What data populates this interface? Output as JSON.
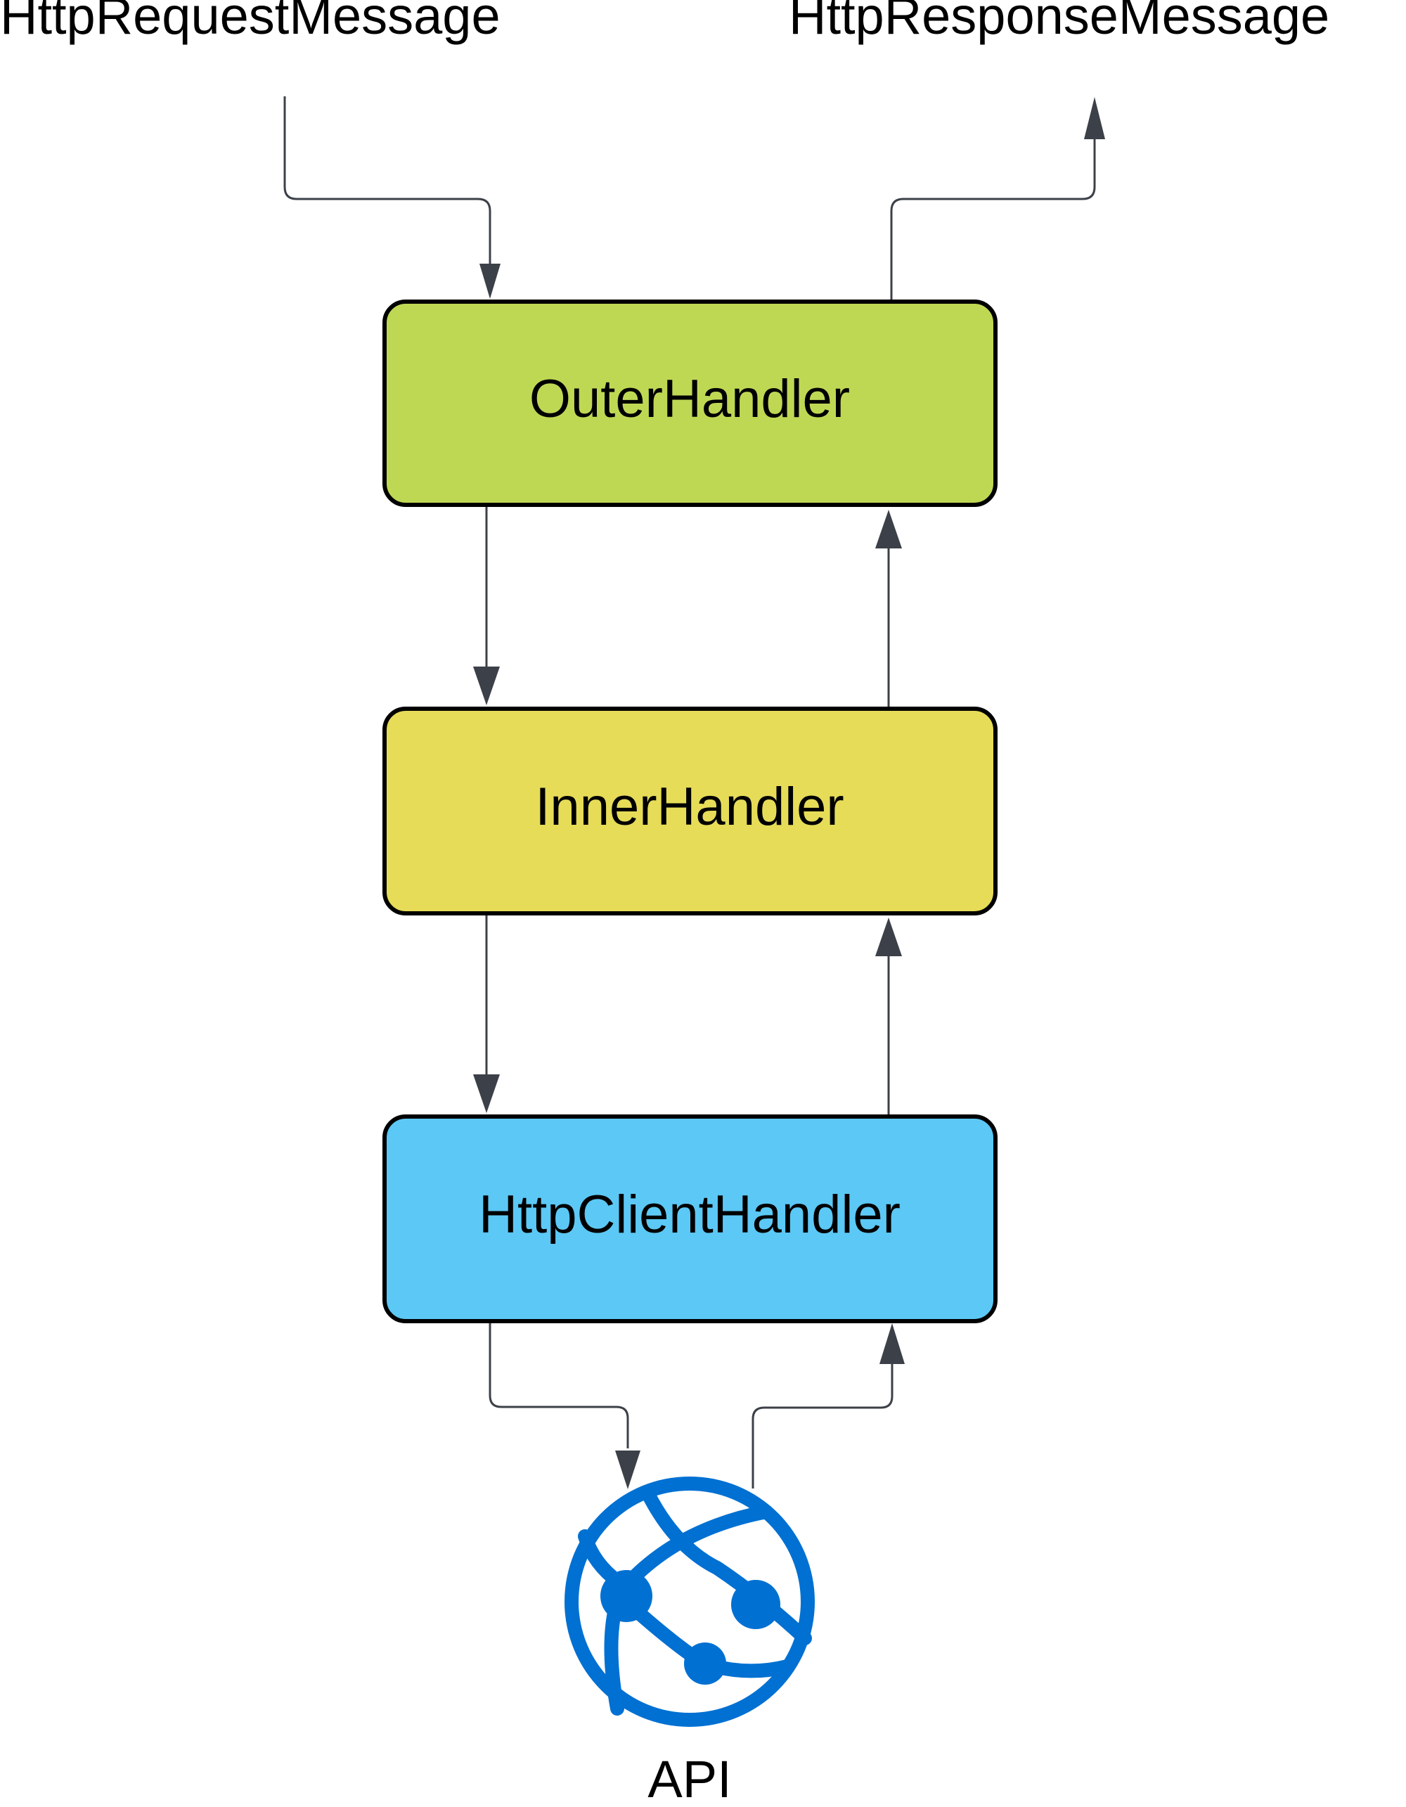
{
  "diagram": {
    "request_label": "HttpRequestMessage",
    "response_label": "HttpResponseMessage",
    "nodes": [
      {
        "id": "outer",
        "label": "OuterHandler",
        "color": "#bfd854"
      },
      {
        "id": "inner",
        "label": "InnerHandler",
        "color": "#e6dc58"
      },
      {
        "id": "client",
        "label": "HttpClientHandler",
        "color": "#5cc8f5"
      }
    ],
    "api": {
      "label": "API",
      "icon": "globe-network-icon",
      "color": "#0070d2"
    },
    "edges": [
      {
        "from": "HttpRequestMessage",
        "to": "OuterHandler"
      },
      {
        "from": "OuterHandler",
        "to": "HttpResponseMessage"
      },
      {
        "from": "OuterHandler",
        "to": "InnerHandler"
      },
      {
        "from": "InnerHandler",
        "to": "OuterHandler"
      },
      {
        "from": "InnerHandler",
        "to": "HttpClientHandler"
      },
      {
        "from": "HttpClientHandler",
        "to": "InnerHandler"
      },
      {
        "from": "HttpClientHandler",
        "to": "API"
      },
      {
        "from": "API",
        "to": "HttpClientHandler"
      }
    ],
    "colors": {
      "edge": "#3c4048",
      "border": "#000000"
    }
  }
}
